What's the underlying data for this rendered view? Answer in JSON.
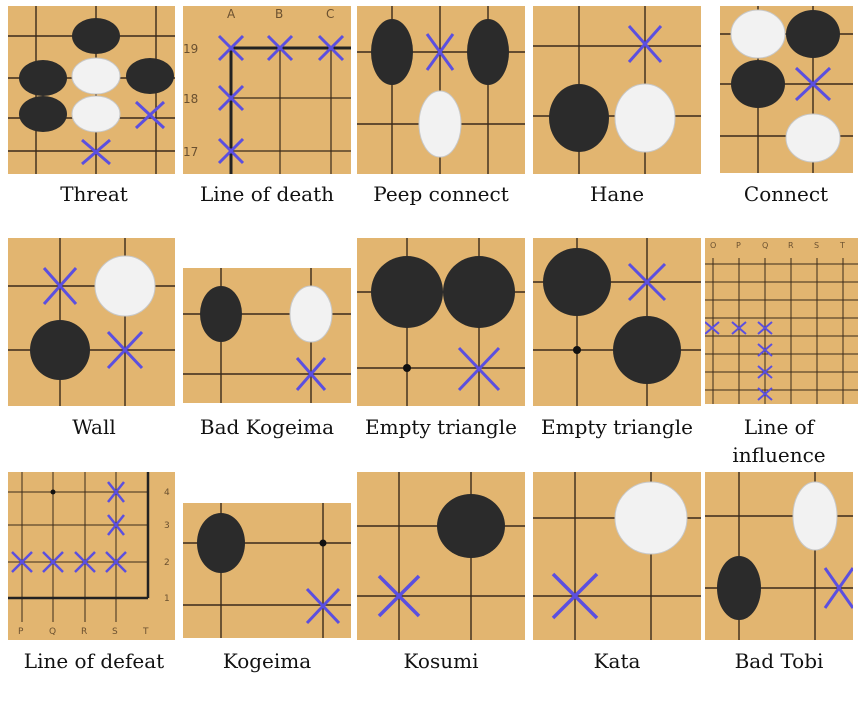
{
  "colors": {
    "board": "#e2b570",
    "line": "#3a2a1a",
    "black": "#2b2b2b",
    "white": "#f2f2f2",
    "mark": "#5b4fe0"
  },
  "captions": {
    "threat": "Threat",
    "line_of_death": "Line of death",
    "peep_connect": "Peep connect",
    "hane": "Hane",
    "connect": "Connect",
    "wall": "Wall",
    "bad_kogeima": "Bad Kogeima",
    "empty_triangle_1": "Empty triangle",
    "empty_triangle_2": "Empty triangle",
    "line_of_influence": "Line of influence",
    "line_of_defeat": "Line of defeat",
    "kogeima": "Kogeima",
    "kosumi": "Kosumi",
    "kata": "Kata",
    "bad_tobi": "Bad Tobi"
  },
  "board_labels": {
    "line_of_death_cols": [
      "A",
      "B",
      "C"
    ],
    "line_of_death_rows": [
      "19",
      "18",
      "17"
    ],
    "line_of_influence_cols": [
      "O",
      "P",
      "Q",
      "R",
      "S",
      "T"
    ],
    "line_of_defeat_cols": [
      "P",
      "Q",
      "R",
      "S",
      "T"
    ],
    "line_of_defeat_rows": [
      "4",
      "3",
      "2",
      "1"
    ]
  }
}
